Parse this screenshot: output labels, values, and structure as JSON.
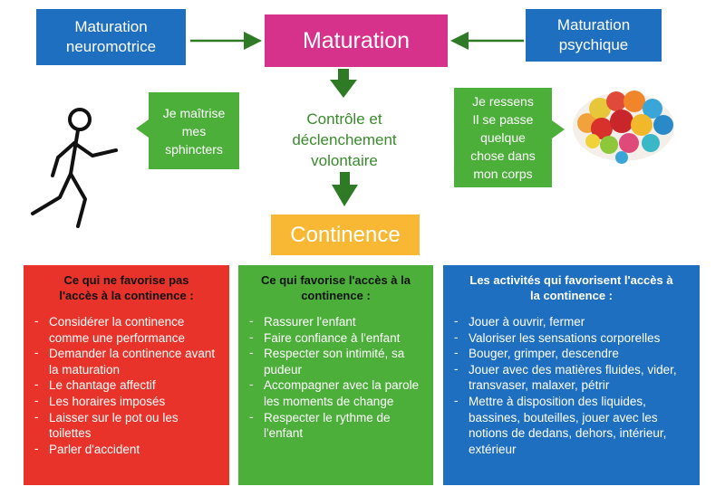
{
  "top": {
    "left_box": [
      "Maturation",
      "neuromotrice"
    ],
    "center_box": "Maturation",
    "right_box": [
      "Maturation",
      "psychique"
    ]
  },
  "bubbles": {
    "left": [
      "Je maîtrise",
      "mes",
      "sphincters"
    ],
    "right": [
      "Je ressens",
      "Il se passe",
      "quelque",
      "chose dans",
      "mon corps"
    ]
  },
  "middle": {
    "label": [
      "Contrôle et",
      "déclenchement",
      "volontaire"
    ],
    "result": "Continence"
  },
  "columns": [
    {
      "title": [
        "Ce qui ne favorise pas",
        "l'accès à la continence :"
      ],
      "items": [
        "Considérer la continence comme une performance",
        "Demander la continence avant la maturation",
        "Le chantage affectif",
        "Les horaires imposés",
        "Laisser sur le pot ou les toilettes",
        "Parler d'accident"
      ]
    },
    {
      "title": [
        "Ce qui favorise l'accès à la",
        "continence :"
      ],
      "items": [
        "Rassurer l'enfant",
        "Faire confiance à l'enfant",
        "Respecter son intimité, sa pudeur",
        "Accompagner avec la parole les moments de change",
        "Respecter le rythme de l'enfant"
      ]
    },
    {
      "title": [
        "Les activités qui favorisent l'accès à",
        "la continence :"
      ],
      "items": [
        "Jouer à ouvrir, fermer",
        "Valoriser les sensations corporelles",
        "Bouger, grimper, descendre",
        "Jouer avec des matières fluides, vider, transvaser, malaxer, pétrir",
        "Mettre à disposition des liquides, bassines, bouteilles, jouer avec les notions de dedans, dehors, intérieur, extérieur"
      ]
    }
  ],
  "colors": {
    "blue": "#1f6fc0",
    "magenta": "#d6328c",
    "green": "#4caf3a",
    "orange": "#f8b833",
    "red": "#e8332a",
    "arrow": "#2f7a25"
  }
}
